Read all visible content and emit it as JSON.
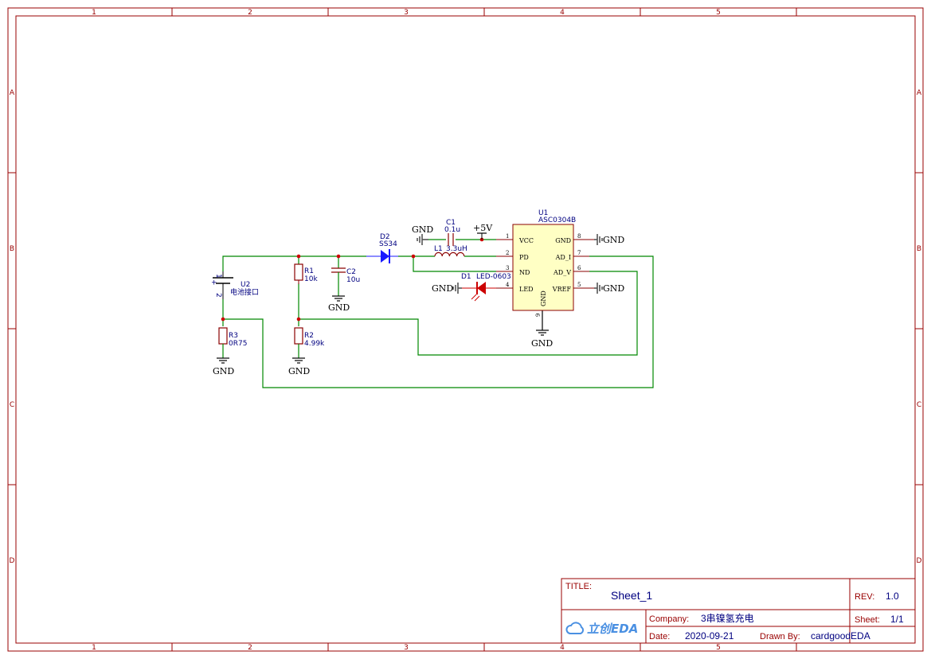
{
  "frame": {
    "columns": [
      "1",
      "2",
      "3",
      "4",
      "5"
    ],
    "rows": [
      "A",
      "B",
      "C",
      "D"
    ]
  },
  "components": {
    "u1": {
      "designator": "U1",
      "value": "ASC0304B",
      "pins_left": [
        {
          "num": "1",
          "name": "VCC"
        },
        {
          "num": "2",
          "name": "PD"
        },
        {
          "num": "3",
          "name": "ND"
        },
        {
          "num": "4",
          "name": "LED"
        }
      ],
      "pins_right": [
        {
          "num": "8",
          "name": "GND"
        },
        {
          "num": "7",
          "name": "AD_I"
        },
        {
          "num": "6",
          "name": "AD_V"
        },
        {
          "num": "5",
          "name": "VREF"
        }
      ],
      "pin_bottom": {
        "num": "9",
        "name": "GND"
      }
    },
    "u2": {
      "designator": "U2",
      "value": "电池接口",
      "pin1": "1",
      "pin2": "2",
      "plus": "+"
    },
    "r1": {
      "designator": "R1",
      "value": "10k"
    },
    "r2": {
      "designator": "R2",
      "value": "4.99k"
    },
    "r3": {
      "designator": "R3",
      "value": "0R75"
    },
    "c1": {
      "designator": "C1",
      "value": "0.1u"
    },
    "c2": {
      "designator": "C2",
      "value": "10u"
    },
    "l1": {
      "designator": "L1",
      "value": "3.3uH"
    },
    "d1": {
      "designator": "D1",
      "value": "LED-0603"
    },
    "d2": {
      "designator": "D2",
      "value": "SS34"
    }
  },
  "nets": {
    "gnd": "GND",
    "vcc": "+5V"
  },
  "title_block": {
    "title_label": "TITLE:",
    "title": "Sheet_1",
    "rev_label": "REV:",
    "rev": "1.0",
    "company_label": "Company:",
    "company": "3串镍氢充电",
    "sheet_label": "Sheet:",
    "sheet": "1/1",
    "date_label": "Date:",
    "date": "2020-09-21",
    "drawn_label": "Drawn By:",
    "drawn": "cardgoodEDA",
    "logo_text": "立创EDA"
  },
  "colors": {
    "border": "#990000",
    "wire": "#008800",
    "part": "#8b0000",
    "blue": "#000080",
    "led": "#cc0000",
    "diode": "#1a1aff"
  }
}
